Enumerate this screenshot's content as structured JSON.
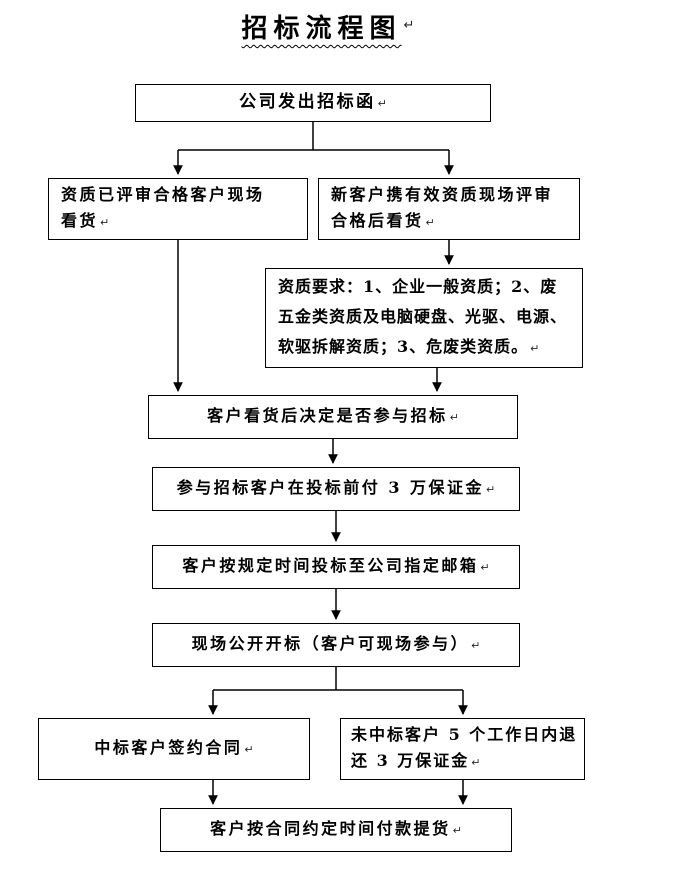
{
  "page": {
    "title": "招标流程图",
    "paragraph_mark": "↵",
    "colors": {
      "line": "#000000",
      "background": "#ffffff",
      "text": "#000000"
    }
  },
  "flowchart": {
    "nodes": [
      {
        "id": "issue-tender-letter",
        "lines": [
          "公司发出招标函"
        ]
      },
      {
        "id": "qualified-customer-inspection",
        "lines": [
          "资质已评审合格客户现场",
          "看货"
        ]
      },
      {
        "id": "new-customer-onsite-review",
        "lines": [
          "新客户携有效资质现场评审",
          "合格后看货"
        ]
      },
      {
        "id": "qualification-requirements",
        "lines": [
          "资质要求：1、企业一般资质；2、废",
          "五金类资质及电脑硬盘、光驱、电源、",
          "软驱拆解资质；3、危废类资质。"
        ]
      },
      {
        "id": "decide-participation",
        "lines": [
          "客户看货后决定是否参与招标"
        ]
      },
      {
        "id": "pay-deposit",
        "lines": [
          "参与招标客户在投标前付 3 万保证金"
        ]
      },
      {
        "id": "submit-bid-to-email",
        "lines": [
          "客户按规定时间投标至公司指定邮箱"
        ]
      },
      {
        "id": "public-bid-opening",
        "lines": [
          "现场公开开标（客户可现场参与）"
        ]
      },
      {
        "id": "winner-sign-contract",
        "lines": [
          "中标客户签约合同"
        ]
      },
      {
        "id": "refund-deposit",
        "lines": [
          "未中标客户 5 个工作日内退",
          "还 3 万保证金"
        ]
      },
      {
        "id": "payment-and-pickup",
        "lines": [
          "客户按合同约定时间付款提货"
        ]
      }
    ]
  }
}
